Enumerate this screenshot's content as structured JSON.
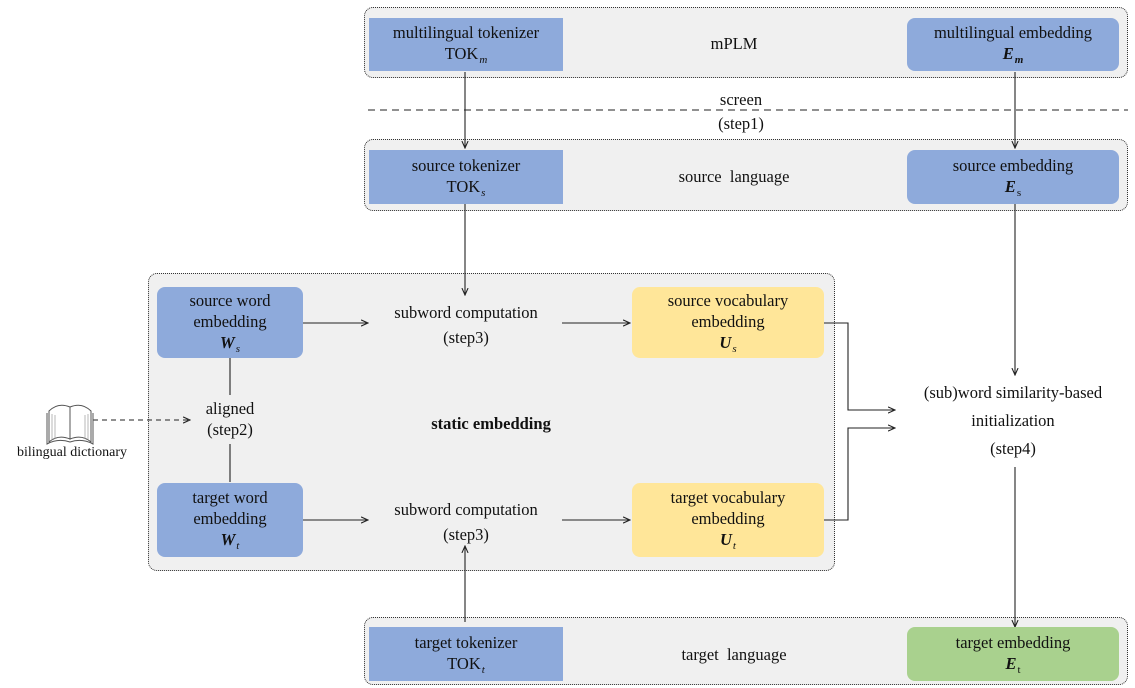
{
  "top_panel": {
    "center_label": "mPLM",
    "tokenizer": {
      "line1": "multilingual tokenizer",
      "symbol": "TOK",
      "sub": "m"
    },
    "embedding": {
      "line1": "multilingual embedding",
      "symbol": "E",
      "sub": "m"
    }
  },
  "screen_label": "screen",
  "step1_label": "(step1)",
  "source_panel": {
    "center_label": "source  language",
    "tokenizer": {
      "line1": "source tokenizer",
      "symbol": "TOK",
      "sub": "s"
    },
    "embedding": {
      "line1": "source embedding",
      "symbol": "E",
      "sub": "s"
    }
  },
  "static_panel": {
    "center_label": "static embedding",
    "source_word": {
      "line1": "source word",
      "line2": "embedding",
      "symbol": "W",
      "sub": "s"
    },
    "target_word": {
      "line1": "target word",
      "line2": "embedding",
      "symbol": "W",
      "sub": "t"
    },
    "aligned": {
      "line1": "aligned",
      "line2": "(step2)"
    },
    "subword_top": {
      "line1": "subword computation",
      "line2": "(step3)"
    },
    "subword_bottom": {
      "line1": "subword computation",
      "line2": "(step3)"
    },
    "source_vocab": {
      "line1": "source vocabulary",
      "line2": "embedding",
      "symbol": "U",
      "sub": "s"
    },
    "target_vocab": {
      "line1": "target vocabulary",
      "line2": "embedding",
      "symbol": "U",
      "sub": "t"
    }
  },
  "dictionary_label": "bilingual dictionary",
  "init": {
    "line1": "(sub)word similarity-based",
    "line2": "initialization",
    "line3": "(step4)"
  },
  "target_panel": {
    "center_label": "target  language",
    "tokenizer": {
      "line1": "target tokenizer",
      "symbol": "TOK",
      "sub": "t"
    },
    "embedding": {
      "line1": "target embedding",
      "symbol": "E",
      "sub": "t"
    }
  },
  "colors": {
    "blue": "#8eaadb",
    "yellow": "#ffe699",
    "green": "#a9d18e",
    "panel_bg": "#f0f0f0"
  }
}
